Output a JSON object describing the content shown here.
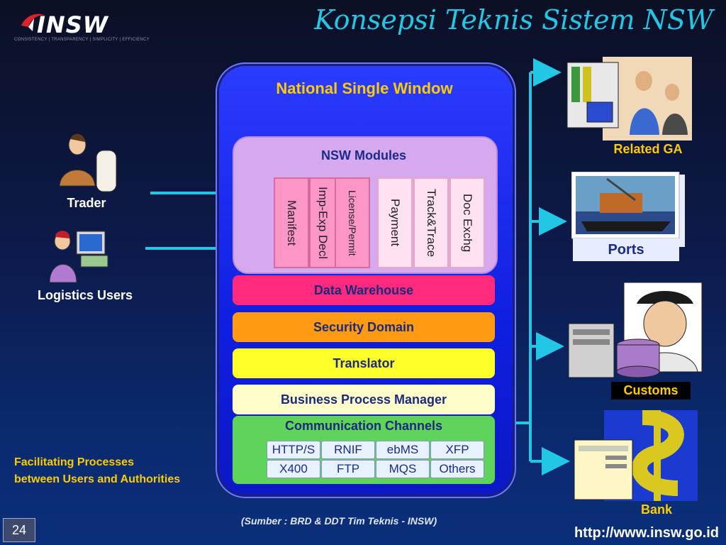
{
  "header": {
    "logo_text": "INSW",
    "logo_tagline": "CONSISTENCY | TRANSPARENCY | SIMPLICITY | EFFICIENCY",
    "title": "Konsepsi Teknis Sistem NSW"
  },
  "nsw": {
    "title": "National Single Window",
    "modules_title": "NSW Modules",
    "modules": [
      "Manifest",
      "Imp-Exp Decl",
      "License/Permit",
      "Payment",
      "Track&Trace",
      "Doc Exchg"
    ],
    "layers": [
      "Data Warehouse",
      "Security Domain",
      "Translator",
      "Business Process Manager"
    ],
    "layer_colors": [
      "#ff2a7e",
      "#ff9a12",
      "#ffff2a",
      "#ffffcc"
    ],
    "comm_title": "Communication Channels",
    "channels": [
      "HTTP/S",
      "RNIF",
      "ebMS",
      "XFP",
      "X400",
      "FTP",
      "MQS",
      "Others"
    ]
  },
  "left": {
    "trader_label": "Trader",
    "logistics_label": "Logistics Users",
    "facilitating_line1": "Facilitating Processes",
    "facilitating_line2": "between Users and Authorities"
  },
  "right": {
    "related_ga_label": "Related GA",
    "ports_label": "Ports",
    "customs_label": "Customs",
    "bank_label": "Bank"
  },
  "footer": {
    "slide_number": "24",
    "source": "(Sumber : BRD & DDT Tim Teknis - INSW)",
    "url": "http://www.insw.go.id"
  },
  "colors": {
    "accent_cyan": "#22c7e6",
    "accent_yellow": "#ffcc00"
  }
}
